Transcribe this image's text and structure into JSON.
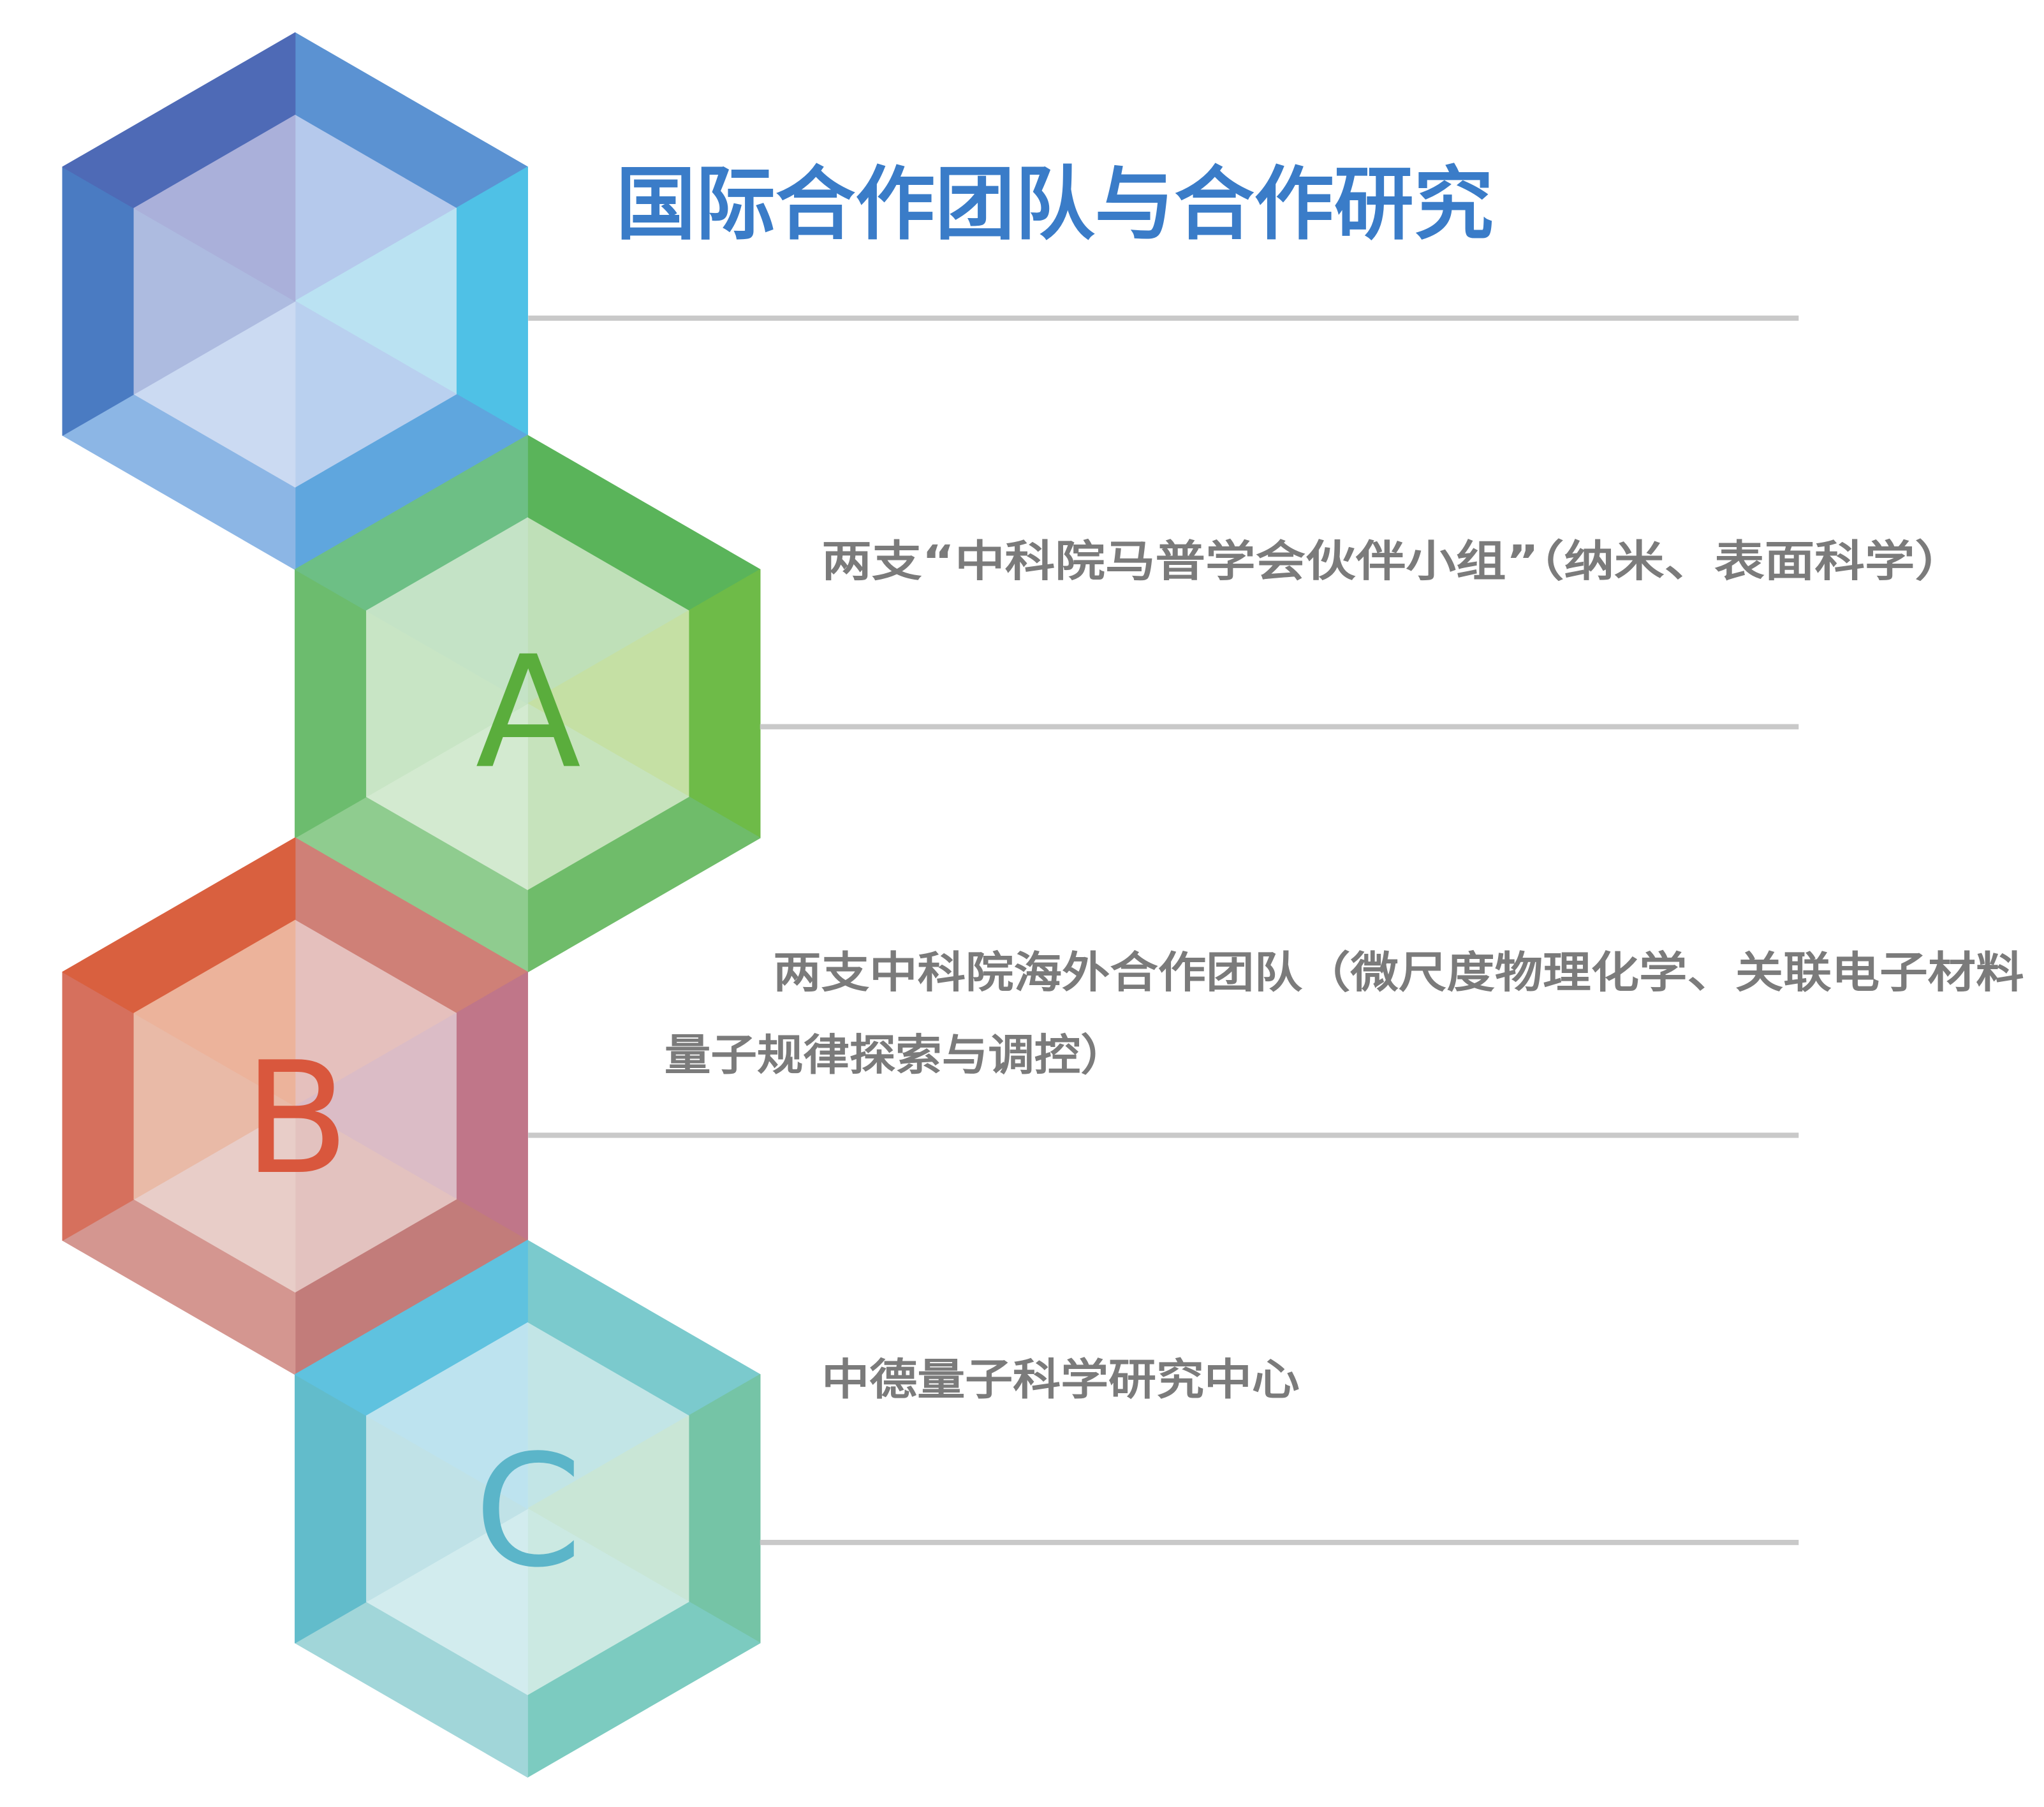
{
  "title": "国际合作团队与合作研究",
  "colors": {
    "title": "#3a7cc8",
    "body_text": "#7b7b7b",
    "divider": "#c9c9c9"
  },
  "hexagons": [
    {
      "ring_colors": [
        "#5b92d2",
        "#4fc1e6",
        "#5fa6de",
        "#8cb6e5",
        "#4a7bc2",
        "#4e6ab6"
      ],
      "inner_colors": [
        "#b5c9ec",
        "#bae2f2",
        "#b9d0ef",
        "#cbdaf2",
        "#adbbe0",
        "#aab0da"
      ]
    },
    {
      "letter": "A",
      "letter_color": "#5aad3c",
      "ring_colors": [
        "#5ab45a",
        "#6ebb48",
        "#6fbc6a",
        "#8fcc8f",
        "#6cbc6e",
        "#6dbf85"
      ],
      "inner_colors": [
        "#bfe0b8",
        "#c5e0a4",
        "#c6e3bc",
        "#d3ead0",
        "#c8e5c5",
        "#c4e3c6"
      ]
    },
    {
      "letter": "B",
      "letter_color": "#d9573d",
      "ring_colors": [
        "#cf8077",
        "#c07689",
        "#c27c7a",
        "#d49690",
        "#d6705d",
        "#d9603f"
      ],
      "inner_colors": [
        "#e5c0bd",
        "#dbbcc6",
        "#e3c2bf",
        "#e8cdc8",
        "#e9baa7",
        "#ecb39b"
      ]
    },
    {
      "letter": "C",
      "letter_color": "#5bb5c9",
      "ring_colors": [
        "#7bcacd",
        "#75c4a6",
        "#7ccbc0",
        "#a1d6d9",
        "#62bccb",
        "#5fc2df"
      ],
      "inner_colors": [
        "#c2e5e6",
        "#c9e6d6",
        "#cbe9e2",
        "#d2ecee",
        "#c0e2e7",
        "#bde3ef"
      ]
    }
  ],
  "items": [
    {
      "lines": [
        "两支“中科院马普学会伙伴小组”（纳米、表面科学）"
      ]
    },
    {
      "lines": [
        "两支中科院海外合作团队（微尺度物理化学、关联电子材料",
        "量子规律探索与调控）"
      ]
    },
    {
      "lines": [
        "中德量子科学研究中心"
      ]
    }
  ]
}
